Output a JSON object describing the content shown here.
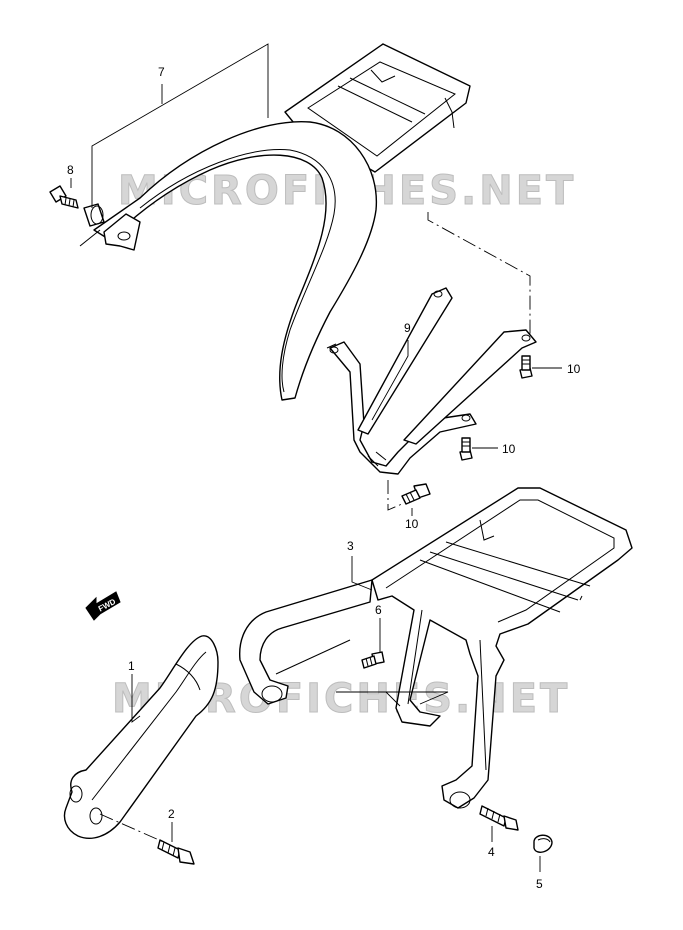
{
  "watermarks": [
    "MICROFICHES.NET",
    "MICROFICHES.NET"
  ],
  "fwd_badge": "FWD",
  "callouts": {
    "c1": "1",
    "c2": "2",
    "c3": "3",
    "c4": "4",
    "c5": "5",
    "c6": "6",
    "c7": "7",
    "c8": "8",
    "c9": "9",
    "c10a": "10",
    "c10b": "10",
    "c10c": "10"
  }
}
